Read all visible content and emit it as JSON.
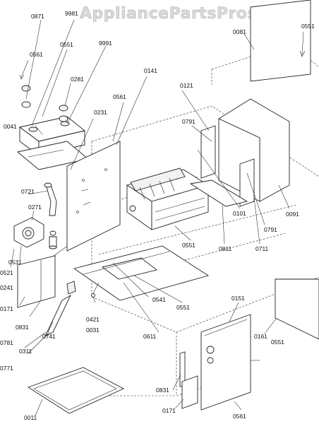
{
  "watermark": "AppliancePartsPros.com",
  "labels": {
    "p0871": "0871",
    "p9981": "9981",
    "p9991": "9991",
    "p0551_top_right": "0551",
    "p0561_left": "0561",
    "p0551_upper": "0551",
    "p0081": "0081",
    "p0281": "0281",
    "p0141": "0141",
    "p0561_mid": "0561",
    "p0041": "0041",
    "p0231": "0231",
    "p0121": "0121",
    "p0791_upper": "0791",
    "p0721": "0721",
    "p0271": "0271",
    "p0091": "0091",
    "p0101": "0101",
    "p0791_lower": "0791",
    "p0521": "0521",
    "p0531": "0531",
    "p0551_mid": "0551",
    "p0811": "0811",
    "p0711": "0711",
    "p0241": "0241",
    "p0171_left": "0171",
    "p0541": "0541",
    "p0831_left": "0831",
    "p0421": "0421",
    "p0031": "0031",
    "p0551_lower": "0551",
    "p0741": "0741",
    "p0611": "0611",
    "p0151": "0151",
    "p0161": "0161",
    "p0551_right": "0551",
    "p0781": "0781",
    "p0311": "0311",
    "p0771": "0771",
    "p0831_bottom": "0831",
    "p0171_bottom": "0171",
    "p0011": "0011",
    "p0561_bottom": "0561"
  }
}
